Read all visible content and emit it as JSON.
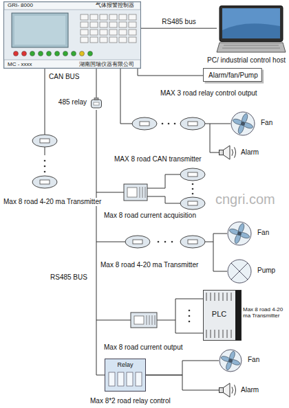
{
  "diagram": {
    "nodes": [
      {
        "text": [
          "GRI- 8000",
          "气体报警控制器",
          "MC - xxxx",
          "湖南国瑞仪器有限公司"
        ]
      },
      {
        "text": [
          "PC/ industrial control host"
        ]
      },
      {
        "text": [
          "Alarm/fan/Pump"
        ]
      },
      {
        "text": [
          "485 relay"
        ]
      },
      {
        "text": [
          "Fan"
        ]
      },
      {
        "text": [
          "Alarm"
        ]
      },
      {
        "text": [
          "Fan"
        ]
      },
      {
        "text": [
          "Pump"
        ]
      },
      {
        "text": [
          "PLC",
          "Max 8 road 4-20 ma Transmitter"
        ]
      },
      {
        "text": [
          "Relay"
        ]
      },
      {
        "text": [
          "Fan"
        ]
      },
      {
        "text": [
          "Alarm"
        ]
      }
    ],
    "edges": [
      {
        "from": 0,
        "to": 1,
        "label": "RS485 bus",
        "arrow": "none"
      },
      {
        "from": 0,
        "to": 2,
        "arrow": "none"
      },
      {
        "from": 0,
        "to": 3,
        "arrow": "none"
      },
      {
        "from": 9,
        "to": 10,
        "arrow": "none"
      },
      {
        "from": 9,
        "to": 11,
        "arrow": "none"
      }
    ],
    "labels": [
      "CAN BUS",
      "MAX 3 road relay control output",
      "MAX 8 road CAN transmitter",
      "Max 8 road 4-20 ma Transmitter",
      "Max 8 road current acquisition",
      "cngri.com",
      "Max 8 road 4-20 ma Transmitter",
      "RS485 BUS",
      "Max 8 road current output",
      "Max 8*2 road relay control"
    ]
  }
}
